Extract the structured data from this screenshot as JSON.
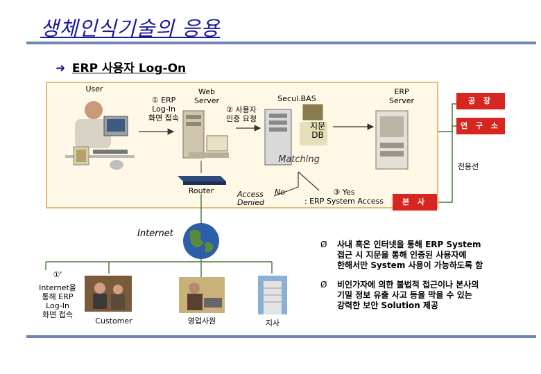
{
  "title": "생체인식기술의 응용",
  "subtitle": "ERP 사용자 Log-On",
  "panel": {
    "user_label": "User",
    "step1_num": "①",
    "step1_text": [
      "ERP",
      "Log-In",
      "화면 접속"
    ],
    "web_server": [
      "Web",
      "Server"
    ],
    "step2_num": "②",
    "step2_text": [
      "사용자",
      "인증 요청"
    ],
    "secul_bas": "Secul.BAS",
    "erp_server": [
      "ERP",
      "Server"
    ],
    "fingerprint_db": [
      "지문",
      "DB"
    ],
    "matching": "Matching",
    "router": "Router",
    "access_denied": [
      "Access",
      "Denied"
    ],
    "no_label": "No",
    "step3_num": "③",
    "step3_yes": "Yes",
    "step3_text": ": ERP System Access"
  },
  "right_boxes": {
    "factory": "공 장",
    "lab": "연 구 소",
    "leased_line": "전용선",
    "hq": "본 사"
  },
  "bottom": {
    "internet": "Internet",
    "step1b_num": "①'",
    "step1b_text": [
      "Internet을",
      "통해 ERP",
      "Log-In",
      "화면 접속"
    ],
    "customer": "Customer",
    "sales": "영업사원",
    "branch": "지사"
  },
  "bullets": [
    {
      "marker": "Ø",
      "lines": [
        "사내 혹은 인터넷을 통해 ERP System",
        "접근 시 지문을 통해 인증된 사용자에",
        "한해서만 System 사용이 가능하도록 함"
      ]
    },
    {
      "marker": "Ø",
      "lines": [
        "비인가자에 의한 불법적 접근이나 본사의",
        "기밀 정보 유출 사고 등을 막을 수 있는",
        "강력한 보안 Solution 제공"
      ]
    }
  ],
  "colors": {
    "title": "#1a1aa0",
    "rule": "#6d86b4",
    "panel_bg": "#fff8e6",
    "panel_border": "#e6b87a",
    "red_box": "#d7261f",
    "line_green": "#4a7a3a"
  }
}
